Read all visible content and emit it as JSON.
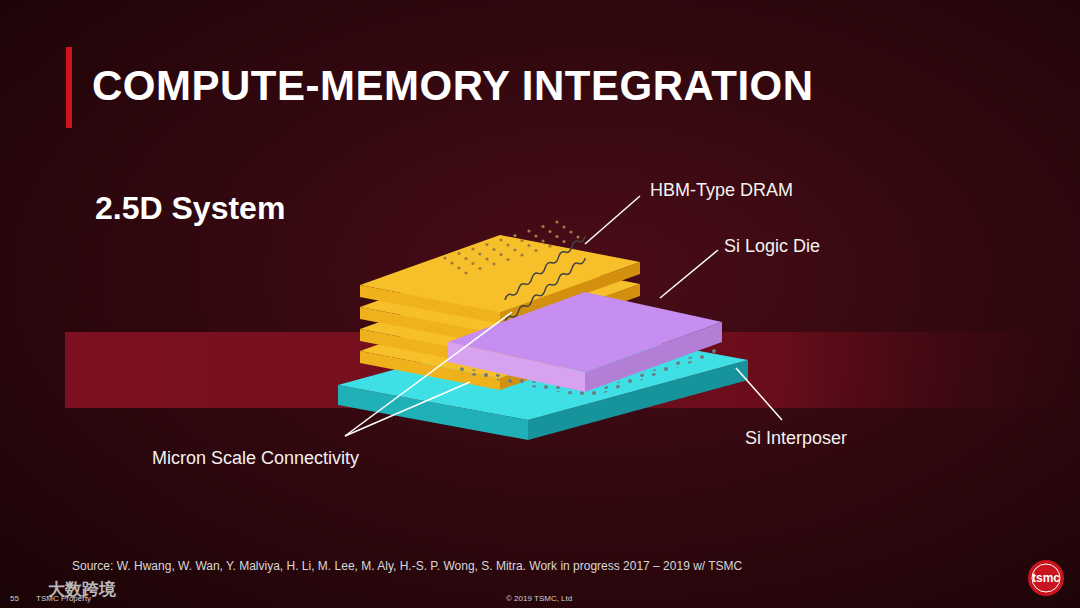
{
  "diagram": {
    "title": "COMPUTE-MEMORY INTEGRATION",
    "labels": [
      "2.5D System",
      "HBM-Type DRAM",
      "Si Logic Die",
      "Micron Scale Connectivity",
      "Si Interposer",
      "Source: W. Hwang, W. Wan, Y. Malviya, H. Li, M. Lee, M. Aly, H.-S. P. Wong, S. Mitra. Work in progress 2017 – 2019 w/ TSMC",
      "55",
      "TSMC Property",
      "© 2019 TSMC, Ltd",
      "大数跨境",
      "tsmc"
    ]
  }
}
